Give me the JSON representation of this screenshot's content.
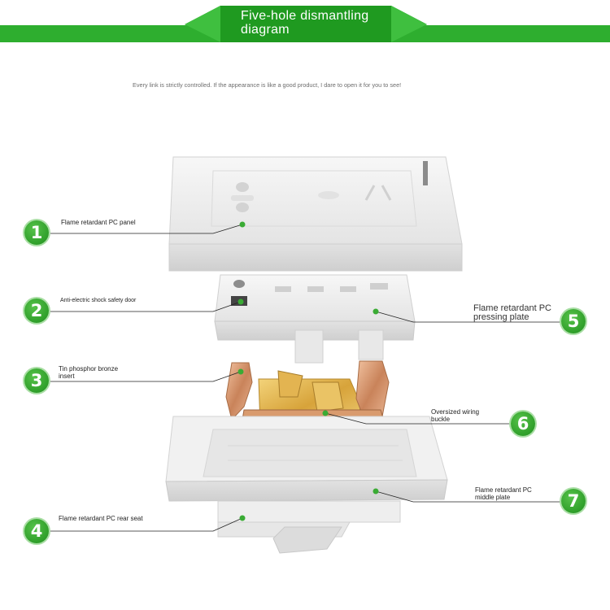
{
  "header": {
    "title": "Five-hole dismantling diagram",
    "subtitle": "Every link is strictly controlled. If the appearance is like a good product, I dare to open it for you to see!"
  },
  "colors": {
    "banner_green": "#2eae2f",
    "callout_green": "#3aab34"
  },
  "callouts": [
    {
      "number": "1",
      "label": "Flame retardant PC panel"
    },
    {
      "number": "2",
      "label": "Anti-electric shock safety door"
    },
    {
      "number": "3",
      "label": "Tin phosphor bronze insert"
    },
    {
      "number": "4",
      "label": "Flame retardant PC rear seat"
    },
    {
      "number": "5",
      "label": "Flame retardant PC pressing plate"
    },
    {
      "number": "6",
      "label": "Oversized wiring buckle"
    },
    {
      "number": "7",
      "label": "Flame retardant PC middle plate"
    }
  ]
}
